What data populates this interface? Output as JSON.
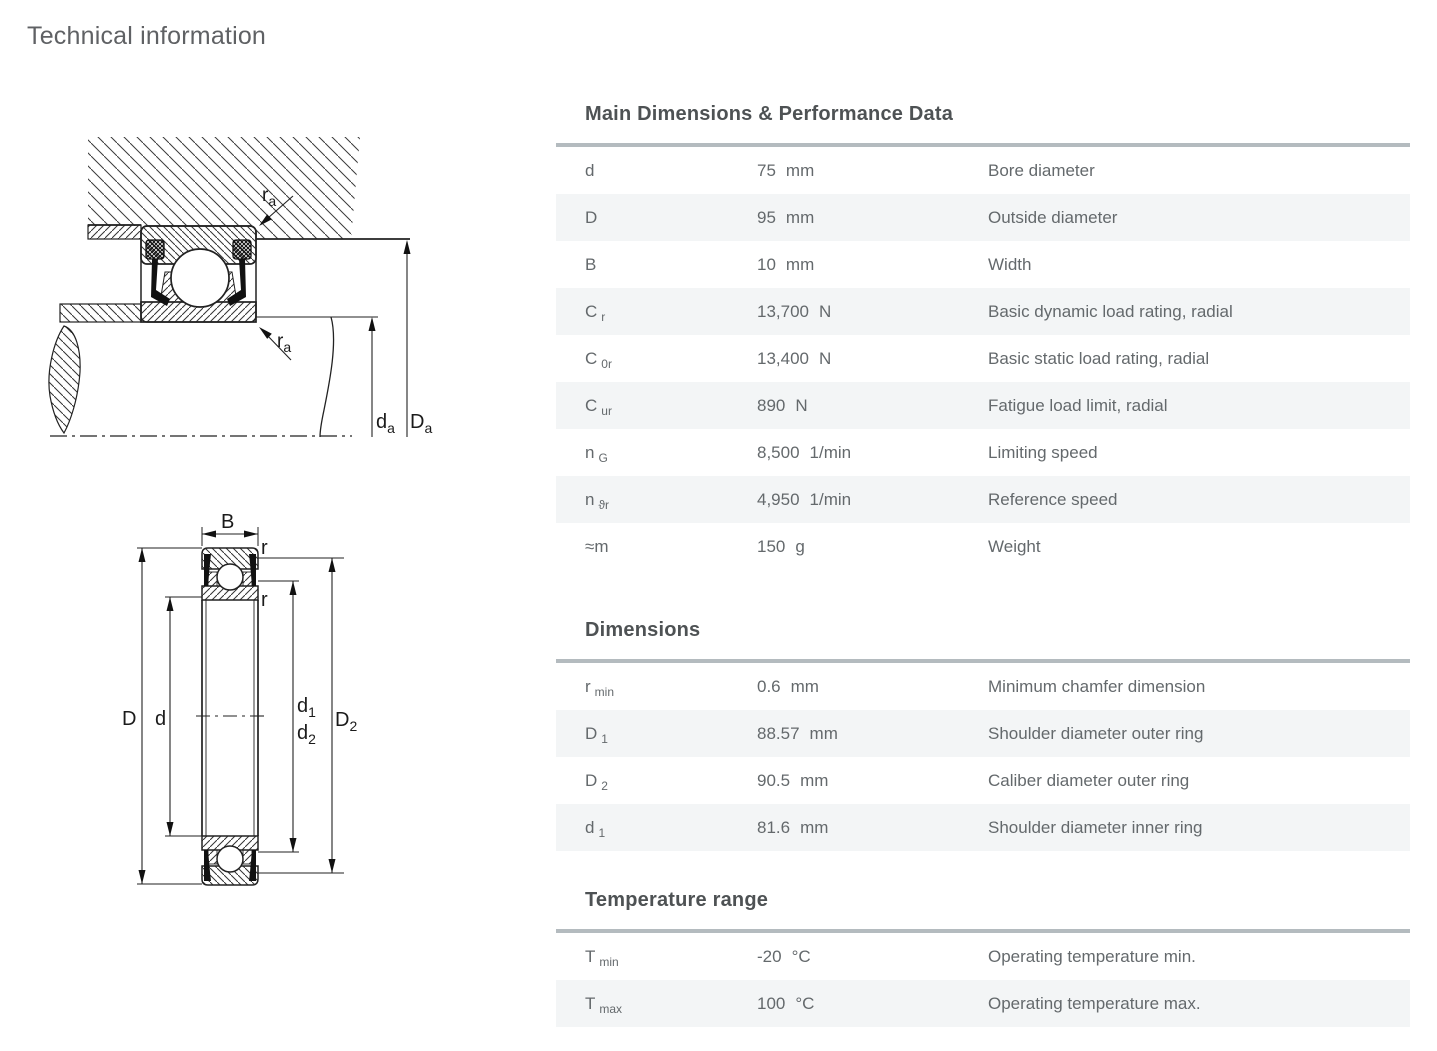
{
  "page": {
    "title": "Technical information"
  },
  "drawings": {
    "mounting": {
      "ra": {
        "main": "r",
        "sub": "a"
      },
      "da": {
        "main": "d",
        "sub": "a"
      },
      "Da": {
        "main": "D",
        "sub": "a"
      }
    },
    "section": {
      "B": "B",
      "r": "r",
      "D": "D",
      "d": "d",
      "d1": {
        "main": "d",
        "sub": "1"
      },
      "d2": {
        "main": "d",
        "sub": "2"
      },
      "D2": {
        "main": "D",
        "sub": "2"
      }
    }
  },
  "sections": [
    {
      "title": "Main Dimensions & Performance Data",
      "rows": [
        {
          "sym": "d",
          "sub": "",
          "value": "75",
          "unit": "mm",
          "desc": "Bore diameter"
        },
        {
          "sym": "D",
          "sub": "",
          "value": "95",
          "unit": "mm",
          "desc": "Outside diameter"
        },
        {
          "sym": "B",
          "sub": "",
          "value": "10",
          "unit": "mm",
          "desc": "Width"
        },
        {
          "sym": "C",
          "sub": "r",
          "value": "13,700",
          "unit": "N",
          "desc": "Basic dynamic load rating, radial"
        },
        {
          "sym": "C",
          "sub": "0r",
          "value": "13,400",
          "unit": "N",
          "desc": "Basic static load rating, radial"
        },
        {
          "sym": "C",
          "sub": "ur",
          "value": "890",
          "unit": "N",
          "desc": "Fatigue load limit, radial"
        },
        {
          "sym": "n",
          "sub": "G",
          "value": "8,500",
          "unit": "1/min",
          "desc": "Limiting speed"
        },
        {
          "sym": "n",
          "sub": "ϑr",
          "value": "4,950",
          "unit": "1/min",
          "desc": "Reference speed"
        },
        {
          "sym": "≈m",
          "sub": "",
          "value": "150",
          "unit": "g",
          "desc": "Weight"
        }
      ]
    },
    {
      "title": "Dimensions",
      "rows": [
        {
          "sym": "r",
          "sub": "min",
          "value": "0.6",
          "unit": "mm",
          "desc": "Minimum chamfer dimension"
        },
        {
          "sym": "D",
          "sub": "1",
          "value": "88.57",
          "unit": "mm",
          "desc": "Shoulder diameter outer ring"
        },
        {
          "sym": "D",
          "sub": "2",
          "value": "90.5",
          "unit": "mm",
          "desc": "Caliber diameter outer ring"
        },
        {
          "sym": "d",
          "sub": "1",
          "value": "81.6",
          "unit": "mm",
          "desc": "Shoulder diameter inner ring"
        }
      ]
    },
    {
      "title": "Temperature range",
      "rows": [
        {
          "sym": "T",
          "sub": "min",
          "value": "-20",
          "unit": "°C",
          "desc": "Operating temperature min."
        },
        {
          "sym": "T",
          "sub": "max",
          "value": "100",
          "unit": "°C",
          "desc": "Operating temperature max."
        }
      ]
    }
  ]
}
